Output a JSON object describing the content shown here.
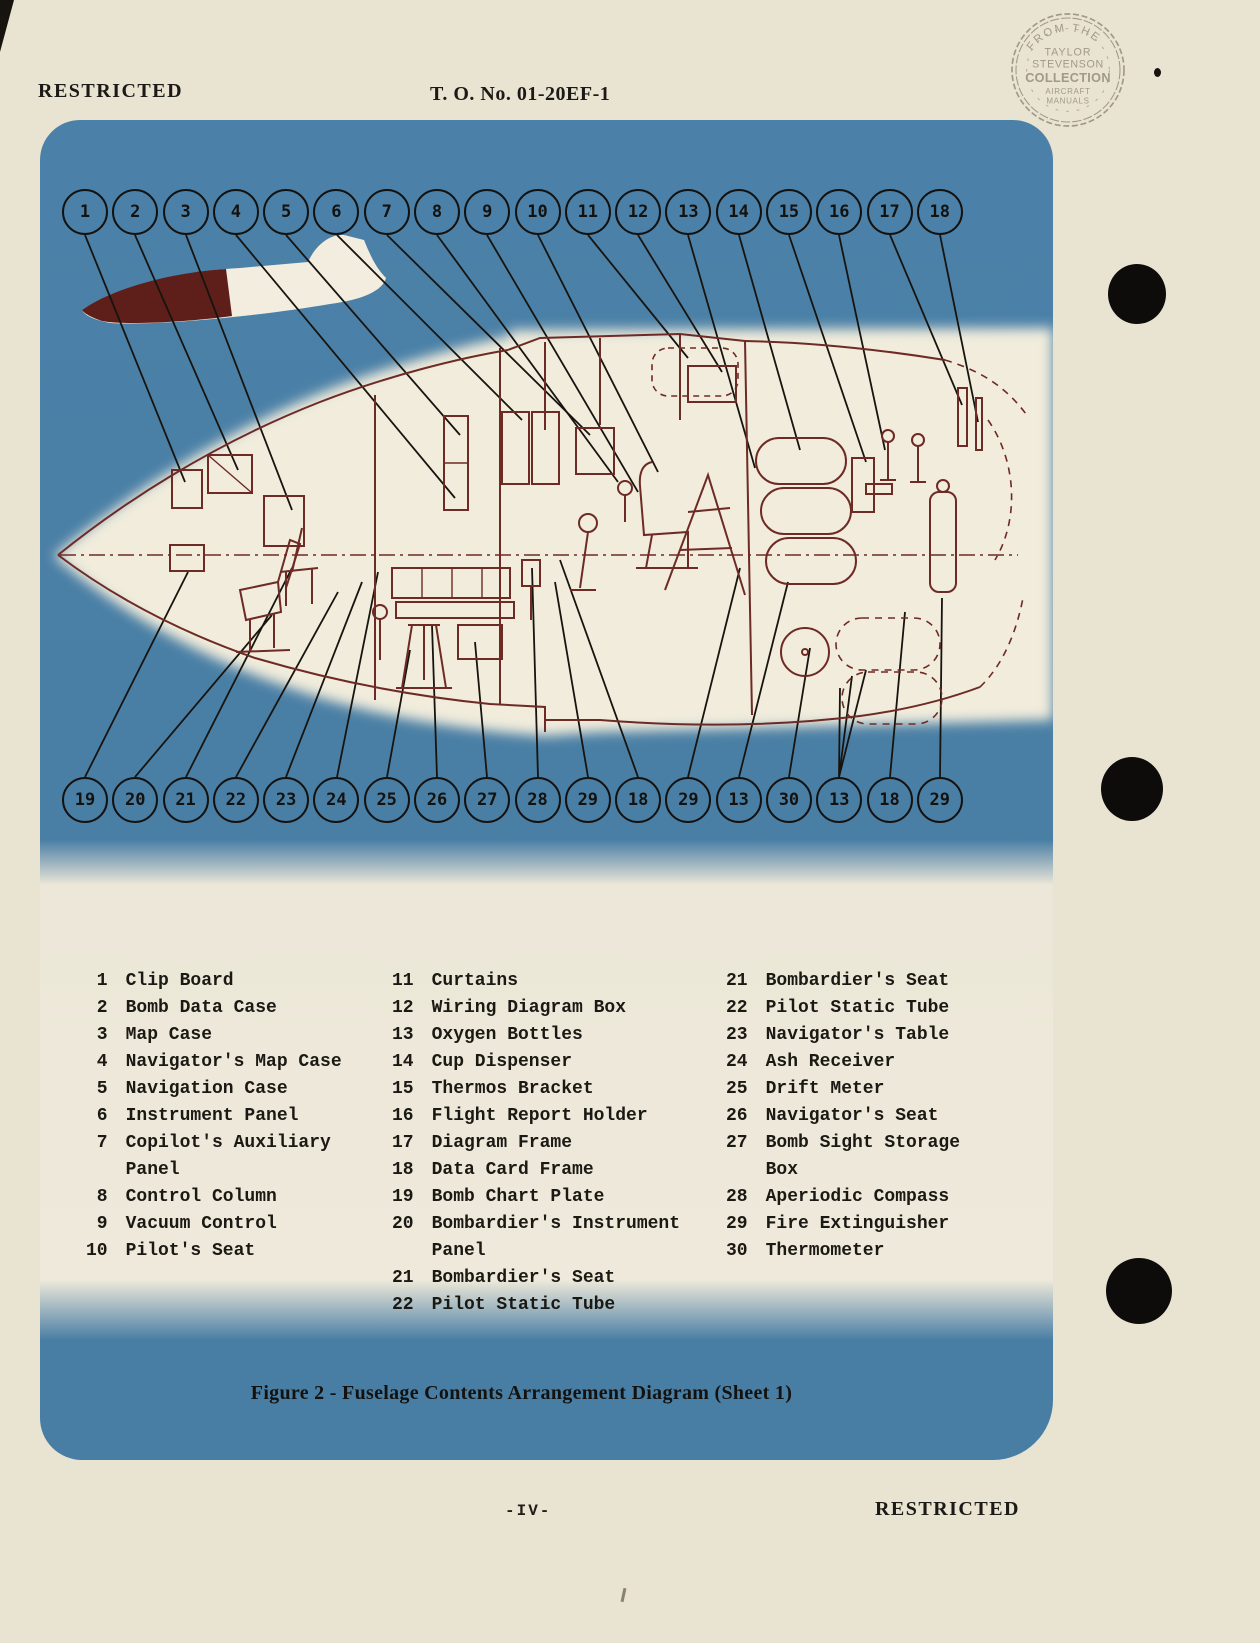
{
  "page": {
    "header": {
      "restricted": "RESTRICTED",
      "to_number": "T. O. No. 01-20EF-1"
    },
    "footer": {
      "page_number": "-IV-",
      "restricted": "RESTRICTED"
    },
    "stamp": {
      "arc_top": "FROM THE",
      "line1": "TAYLOR",
      "line2": "STEVENSON",
      "line3": "COLLECTION",
      "line4": "AIRCRAFT",
      "line5": "MANUALS"
    }
  },
  "figure": {
    "caption": "Figure 2 - Fuselage Contents Arrangement Diagram (Sheet 1)",
    "top_callouts": [
      "1",
      "2",
      "3",
      "4",
      "5",
      "6",
      "7",
      "8",
      "9",
      "10",
      "11",
      "12",
      "13",
      "14",
      "15",
      "16",
      "17",
      "18"
    ],
    "bottom_callouts": [
      "19",
      "20",
      "21",
      "22",
      "23",
      "24",
      "25",
      "26",
      "27",
      "28",
      "29",
      "18",
      "29",
      "13",
      "30",
      "13",
      "18",
      "29"
    ],
    "legend": {
      "col1": [
        {
          "num": "1",
          "label": "Clip Board"
        },
        {
          "num": "2",
          "label": "Bomb Data Case"
        },
        {
          "num": "3",
          "label": "Map Case"
        },
        {
          "num": "4",
          "label": "Navigator's Map Case"
        },
        {
          "num": "5",
          "label": "Navigation Case"
        },
        {
          "num": "6",
          "label": "Instrument Panel"
        },
        {
          "num": "7",
          "label": "Copilot's Auxiliary Panel"
        },
        {
          "num": "8",
          "label": "Control Column"
        },
        {
          "num": "9",
          "label": "Vacuum Control"
        },
        {
          "num": "10",
          "label": "Pilot's Seat"
        }
      ],
      "col2": [
        {
          "num": "11",
          "label": "Curtains"
        },
        {
          "num": "12",
          "label": "Wiring Diagram Box"
        },
        {
          "num": "13",
          "label": "Oxygen Bottles"
        },
        {
          "num": "14",
          "label": "Cup Dispenser"
        },
        {
          "num": "15",
          "label": "Thermos Bracket"
        },
        {
          "num": "16",
          "label": "Flight Report Holder"
        },
        {
          "num": "17",
          "label": "Diagram Frame"
        },
        {
          "num": "18",
          "label": "Data Card Frame"
        },
        {
          "num": "19",
          "label": "Bomb Chart Plate"
        },
        {
          "num": "20",
          "label": "Bombardier's Instrument Panel"
        },
        {
          "num": "21",
          "label": "Bombardier's Seat"
        },
        {
          "num": "22",
          "label": "Pilot Static Tube"
        }
      ],
      "col3": [
        {
          "num": "21",
          "label": "Bombardier's Seat"
        },
        {
          "num": "22",
          "label": "Pilot Static Tube"
        },
        {
          "num": "23",
          "label": "Navigator's Table"
        },
        {
          "num": "24",
          "label": "Ash Receiver"
        },
        {
          "num": "25",
          "label": "Drift Meter"
        },
        {
          "num": "26",
          "label": "Navigator's Seat"
        },
        {
          "num": "27",
          "label": "Bomb Sight Storage Box"
        },
        {
          "num": "28",
          "label": "Aperiodic Compass"
        },
        {
          "num": "29",
          "label": "Fire Extinguisher"
        },
        {
          "num": "30",
          "label": "Thermometer"
        }
      ]
    },
    "colors": {
      "panel_blue": "#4b80a6",
      "drawing_maroon": "#6e2a24",
      "silhouette_nose_maroon": "#5e1f1a",
      "paper_cream": "#e9e3d2",
      "stamp_gray": "#948d7e"
    }
  }
}
